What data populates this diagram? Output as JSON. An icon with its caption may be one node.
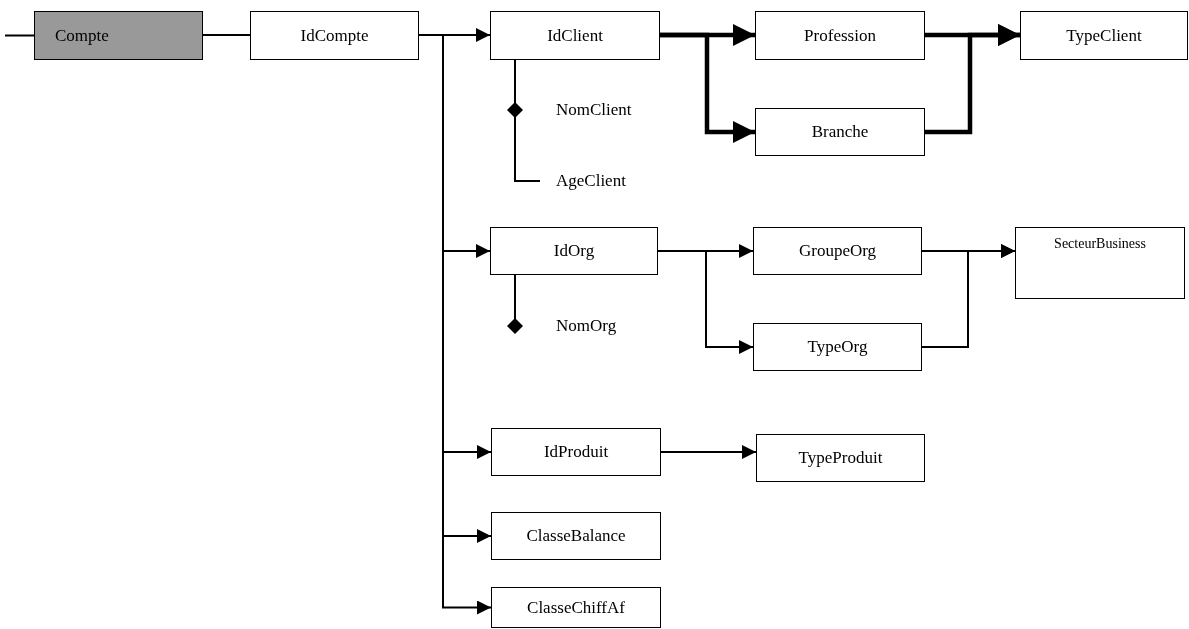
{
  "diagram": {
    "nodes": [
      {
        "text": [
          "Compte"
        ]
      },
      {
        "text": [
          "IdCompte"
        ]
      },
      {
        "text": [
          "IdClient"
        ]
      },
      {
        "text": [
          "Profession"
        ]
      },
      {
        "text": [
          "TypeClient"
        ]
      },
      {
        "text": [
          "NomClient"
        ]
      },
      {
        "text": [
          "Branche"
        ]
      },
      {
        "text": [
          "AgeClient"
        ]
      },
      {
        "text": [
          "IdOrg"
        ]
      },
      {
        "text": [
          "GroupeOrg"
        ]
      },
      {
        "text": [
          "SecteurBusiness"
        ]
      },
      {
        "text": [
          "NomOrg"
        ]
      },
      {
        "text": [
          "TypeOrg"
        ]
      },
      {
        "text": [
          "IdProduit"
        ]
      },
      {
        "text": [
          "TypeProduit"
        ]
      },
      {
        "text": [
          "ClasseBalance"
        ]
      },
      {
        "text": [
          "ClasseChiffAf"
        ]
      }
    ],
    "edges": [
      {
        "from": null,
        "to": 0,
        "arrow": "none"
      },
      {
        "from": 0,
        "to": 1,
        "arrow": "none"
      },
      {
        "from": 1,
        "to": 2,
        "arrow": "to"
      },
      {
        "from": 1,
        "to": 8,
        "arrow": "to"
      },
      {
        "from": 1,
        "to": 13,
        "arrow": "to"
      },
      {
        "from": 1,
        "to": 15,
        "arrow": "to"
      },
      {
        "from": 1,
        "to": 16,
        "arrow": "to"
      },
      {
        "from": 2,
        "to": 3,
        "arrow": "to",
        "style": "thick"
      },
      {
        "from": 2,
        "to": 6,
        "arrow": "to",
        "style": "thick"
      },
      {
        "from": 3,
        "to": 4,
        "arrow": "to",
        "style": "thick"
      },
      {
        "from": 6,
        "to": 4,
        "arrow": "to",
        "style": "thick"
      },
      {
        "from": 2,
        "to": 5,
        "arrow": "other"
      },
      {
        "from": 2,
        "to": 7,
        "arrow": "none"
      },
      {
        "from": 8,
        "to": 9,
        "arrow": "to"
      },
      {
        "from": 8,
        "to": 12,
        "arrow": "to"
      },
      {
        "from": 9,
        "to": 10,
        "arrow": "to"
      },
      {
        "from": 12,
        "to": 10,
        "arrow": "to"
      },
      {
        "from": 8,
        "to": 11,
        "arrow": "other"
      },
      {
        "from": 13,
        "to": 14,
        "arrow": "to"
      }
    ]
  }
}
